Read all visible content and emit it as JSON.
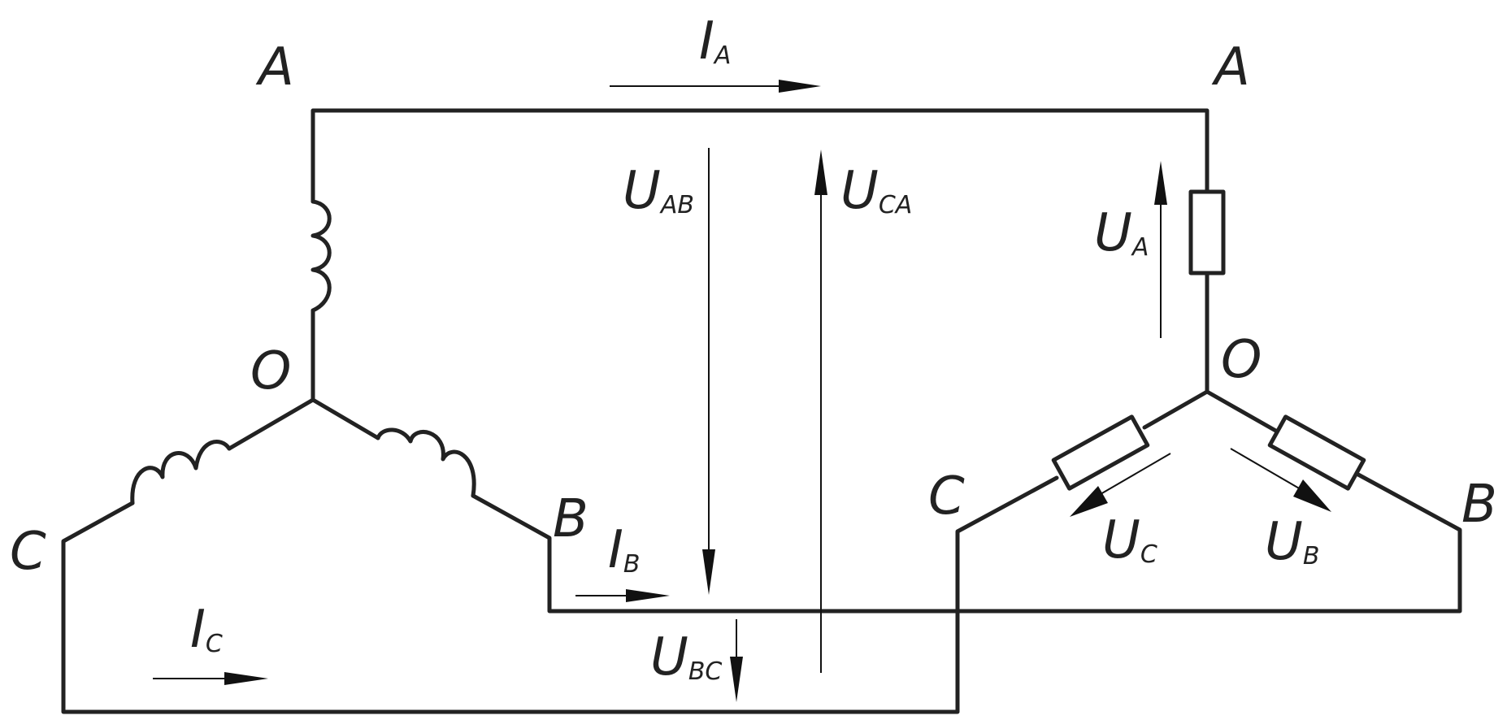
{
  "nodes": {
    "gen_A": "A",
    "gen_O": "O",
    "gen_B": "B",
    "gen_C": "C",
    "load_A": "A",
    "load_O": "O",
    "load_B": "B",
    "load_C": "C"
  },
  "currents": {
    "ia": {
      "main": "I",
      "sub": "A"
    },
    "ib": {
      "main": "I",
      "sub": "B"
    },
    "ic": {
      "main": "I",
      "sub": "C"
    }
  },
  "line_voltages": {
    "uab": {
      "main": "U",
      "sub": "AB"
    },
    "uca": {
      "main": "U",
      "sub": "CA"
    },
    "ubc": {
      "main": "U",
      "sub": "BC"
    }
  },
  "phase_voltages": {
    "ua": {
      "main": "U",
      "sub": "A"
    },
    "ub": {
      "main": "U",
      "sub": "B"
    },
    "uc": {
      "main": "U",
      "sub": "C"
    }
  }
}
